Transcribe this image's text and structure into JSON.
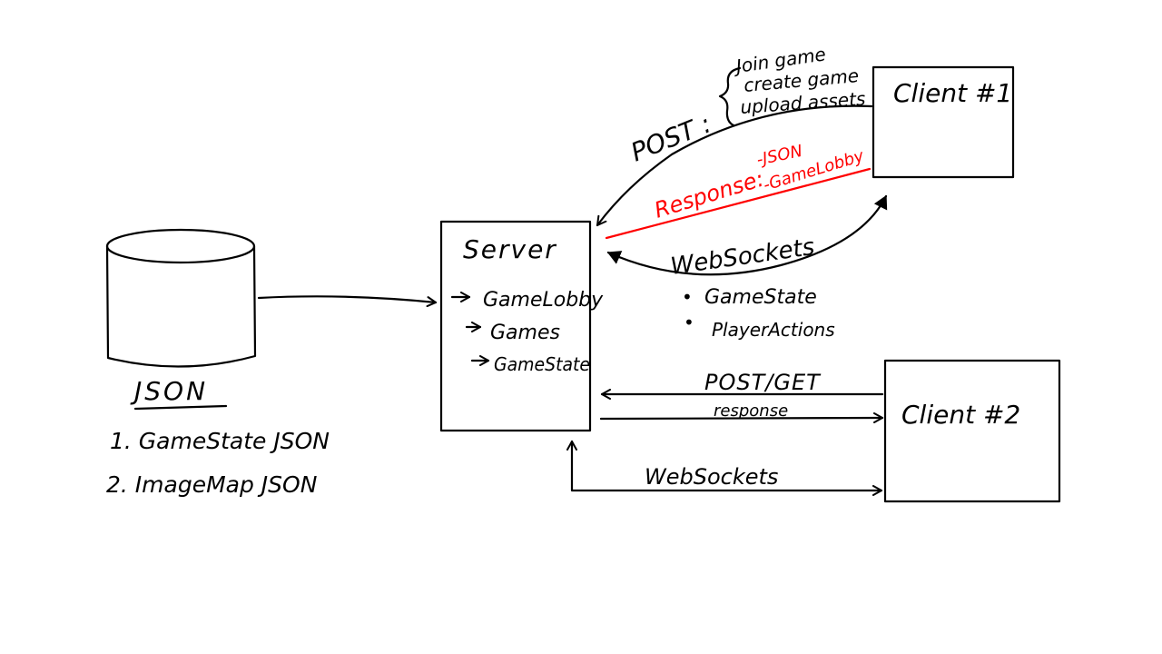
{
  "colors": {
    "ink": "#000000",
    "highlight": "#ff0000",
    "background": "#ffffff"
  },
  "database": {
    "label": "JSON",
    "items": [
      "1.  GameState JSON",
      "2.  ImageMap JSON"
    ]
  },
  "server": {
    "title": "Server",
    "items": [
      "GameLobby",
      "Games",
      "GameState"
    ]
  },
  "client1": {
    "title": "Client #1"
  },
  "client2": {
    "title": "Client #2"
  },
  "post_label": "POST :",
  "post_actions": [
    "Join game",
    "create game",
    "upload assets"
  ],
  "response_label": "Response:",
  "response_items": [
    "-JSON",
    "-GameLobby"
  ],
  "websockets1": {
    "label": "WebSockets",
    "items": [
      "GameState",
      "PlayerActions"
    ]
  },
  "postget_label": "POST/GET",
  "response2_label": "response",
  "websockets2_label": "WebSockets"
}
